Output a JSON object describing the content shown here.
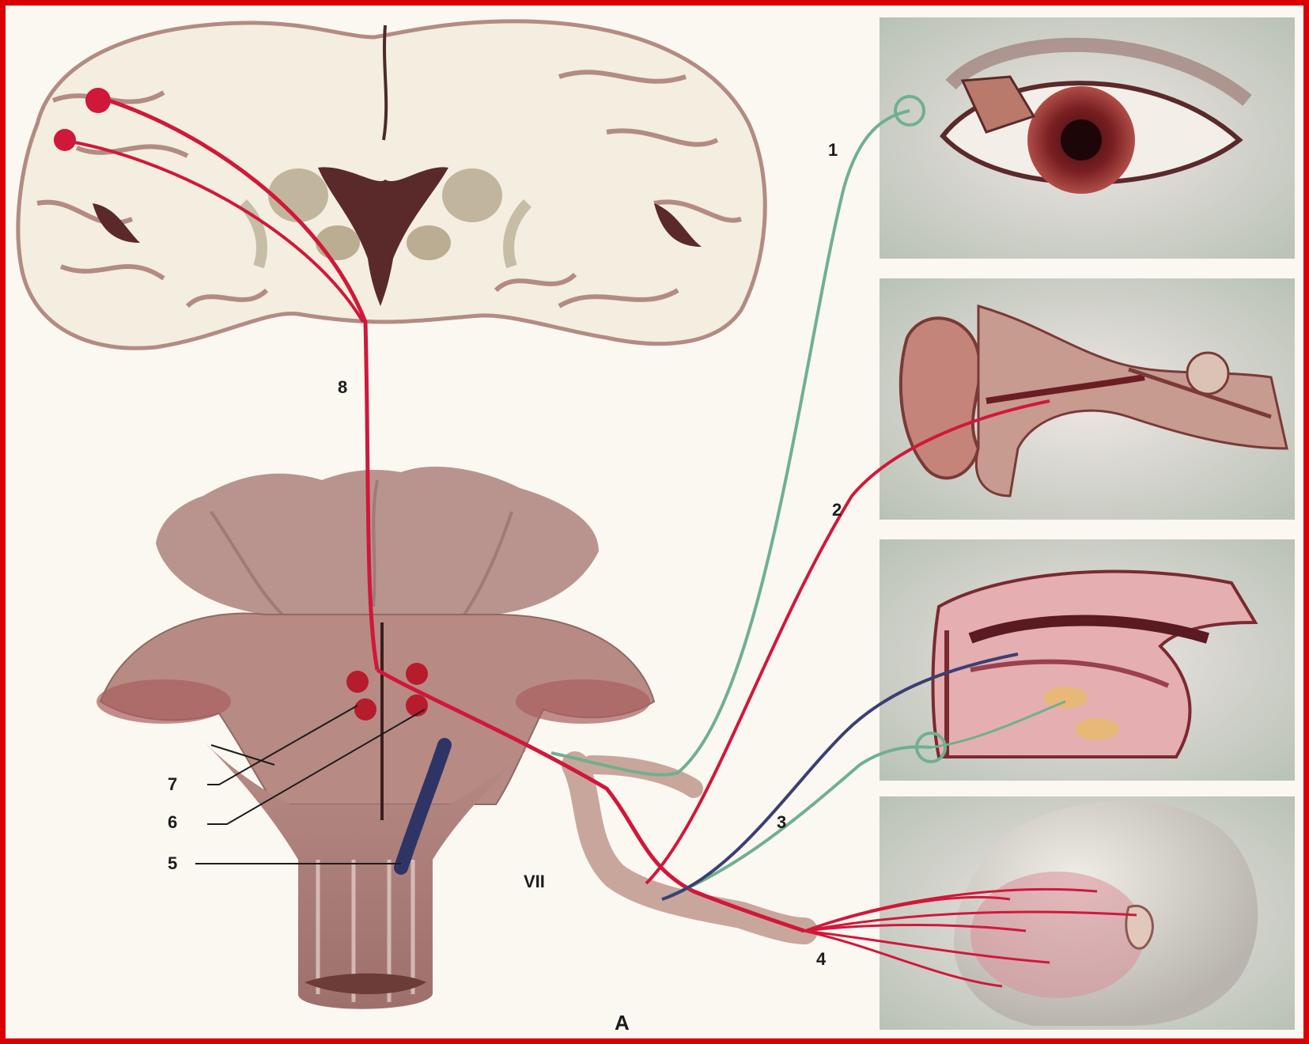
{
  "figure": {
    "panel_label": "A",
    "labels": {
      "n1": "1",
      "n2": "2",
      "n3": "3",
      "n4": "4",
      "n5": "5",
      "n6": "6",
      "n7": "7",
      "n8": "8",
      "nerve": "VII"
    },
    "panels": [
      "eye",
      "ear",
      "mouth",
      "head"
    ],
    "colors": {
      "border": "#d80000",
      "motor": "#d0183a",
      "secretory": "#6fb08f",
      "sensory": "#3a3f73",
      "tissue": "#c49a92",
      "brain_matter": "#f3eedf"
    }
  }
}
